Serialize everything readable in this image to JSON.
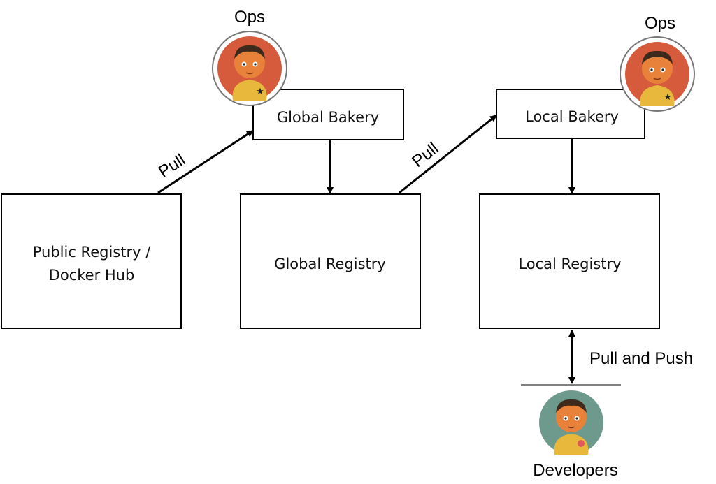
{
  "nodes": {
    "public_registry": {
      "line1": "Public Registry /",
      "line2": "Docker Hub"
    },
    "global_registry": {
      "label": "Global Registry"
    },
    "local_registry": {
      "label": "Local Registry"
    },
    "global_bakery": {
      "label": "Global Bakery"
    },
    "local_bakery": {
      "label": "Local Bakery"
    }
  },
  "edges": {
    "pull_to_global_bakery": "Pull",
    "pull_to_local_bakery": "Pull",
    "developers_pull_push": "Pull and Push"
  },
  "actors": {
    "ops_global": {
      "label": "Ops",
      "bg_color": "#d65a3c"
    },
    "ops_local": {
      "label": "Ops",
      "bg_color": "#d65a3c"
    },
    "developers": {
      "label": "Developers",
      "bg_color": "#6e9a8e"
    }
  },
  "colors": {
    "skin": "#e8823a",
    "hair": "#3d2a1c",
    "shirt": "#e8b83c",
    "badge": "#e05a5a"
  }
}
